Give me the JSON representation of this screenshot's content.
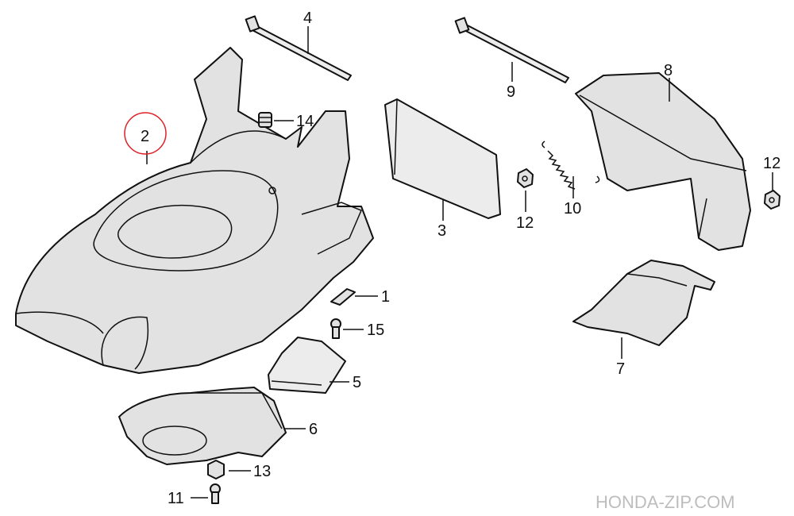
{
  "diagram": {
    "callouts": {
      "p1": "1",
      "p2": "2",
      "p3": "3",
      "p4": "4",
      "p5": "5",
      "p6": "6",
      "p7": "7",
      "p8": "8",
      "p9": "9",
      "p10": "10",
      "p11": "11",
      "p12a": "12",
      "p12b": "12",
      "p13": "13",
      "p14": "14",
      "p15": "15"
    },
    "highlight_color": "#e0202a",
    "watermark": "HONDA-ZIP.COM"
  }
}
